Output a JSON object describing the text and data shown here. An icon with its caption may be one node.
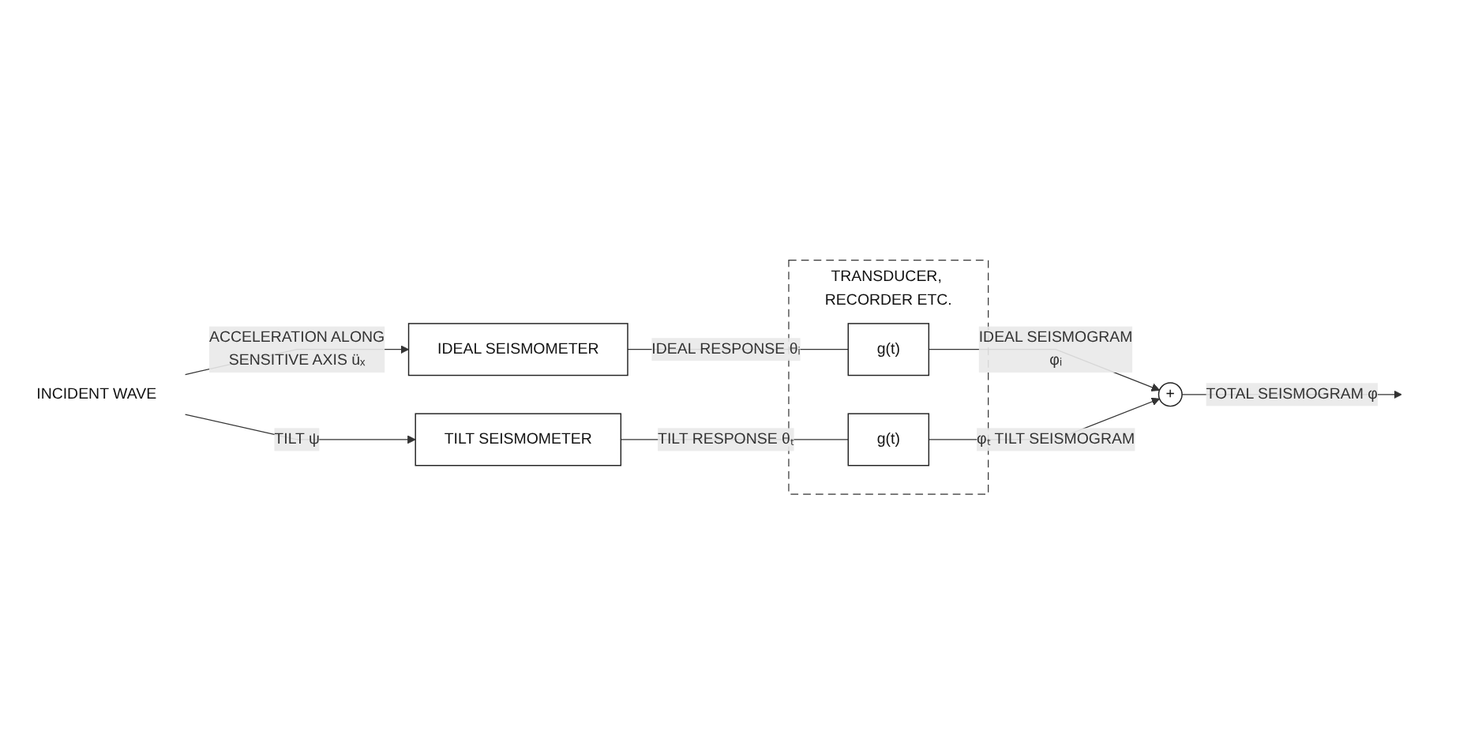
{
  "diagram": {
    "nodes": [
      {
        "text": [
          "INCIDENT WAVE"
        ]
      },
      {
        "text": [
          "IDEAL SEISMOMETER"
        ]
      },
      {
        "text": [
          "TRANSDUCER, RECORDER ETC."
        ]
      },
      {
        "text": [
          "g(t)"
        ],
        "in": 2
      },
      {
        "text": [
          "g(t)"
        ],
        "in": 2
      },
      {
        "text": [
          "+"
        ]
      },
      {
        "text": [
          "TILT SEISMOMETER"
        ]
      }
    ],
    "edges": [
      {
        "from": 0,
        "to": 1,
        "arrow": "to",
        "label": "ACCELERATION ALONG SENSITIVE AXIS üₓ"
      },
      {
        "from": 0,
        "to": 6,
        "arrow": "to",
        "label": "TILT ψ"
      },
      {
        "from": 1,
        "to": 3,
        "arrow": "none",
        "label": "IDEAL RESPONSE θᵢ"
      },
      {
        "from": 6,
        "to": 4,
        "arrow": "none",
        "label": "TILT RESPONSE θₜ"
      },
      {
        "from": 3,
        "to": 5,
        "arrow": "to",
        "label": "IDEAL SEISMOGRAM φᵢ"
      },
      {
        "from": 4,
        "to": 5,
        "arrow": "to",
        "label": "φₜ TILT SEISMOGRAM"
      },
      {
        "from": 5,
        "to": null,
        "arrow": "to",
        "label": "TOTAL SEISMOGRAM φ"
      }
    ]
  }
}
